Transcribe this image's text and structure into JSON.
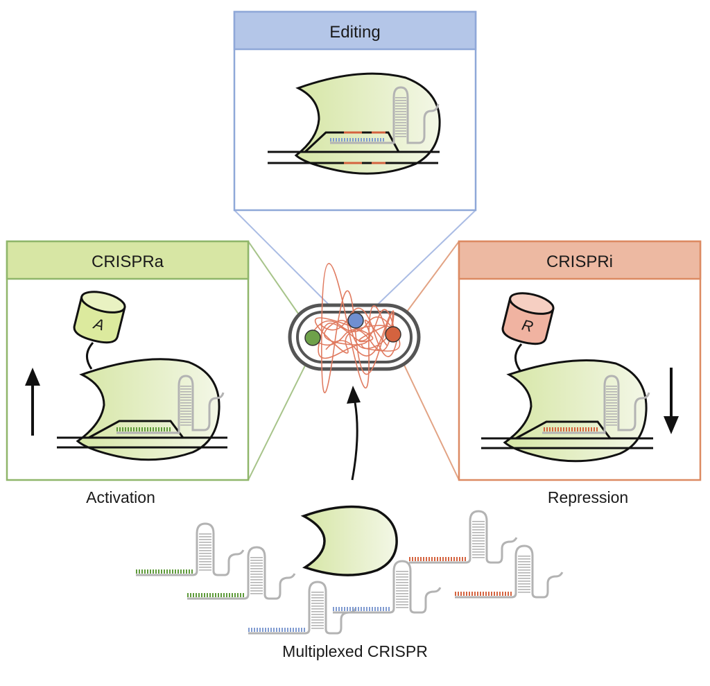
{
  "panels": {
    "editing": {
      "title": "Editing",
      "border": "#8fa8d8",
      "header_fill": "#b4c6e8"
    },
    "activation": {
      "title": "CRISPRa",
      "caption": "Activation",
      "border": "#8fb66a",
      "header_fill": "#d7e6a4",
      "effector_letter": "A"
    },
    "repression": {
      "title": "CRISPRi",
      "caption": "Repression",
      "border": "#dc8a62",
      "header_fill": "#edb9a2",
      "effector_letter": "R"
    }
  },
  "bottom_caption": "Multiplexed CRISPR",
  "colors": {
    "protein_fill": "#e6efc4",
    "green_guide": "#5e9a3a",
    "blue_guide": "#7f9ad0",
    "red_guide": "#d4633f",
    "grey_rna": "#b3b3b3",
    "activator_fill": "#dcea9e",
    "repressor_fill": "#f0b3a1"
  }
}
